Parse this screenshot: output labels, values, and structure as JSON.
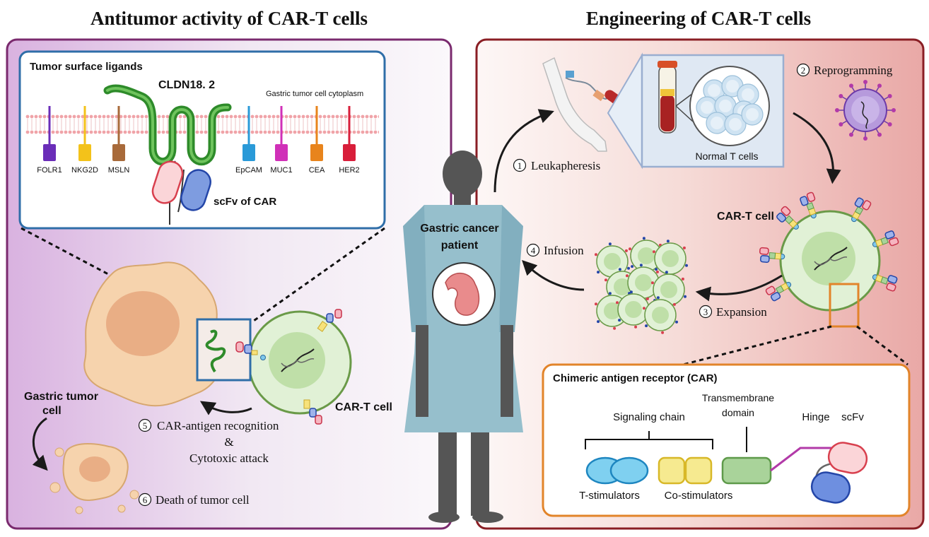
{
  "left_panel": {
    "title": "Antitumor activity of CAR-T cells",
    "ligands_box": {
      "title": "Tumor surface ligands",
      "cldn_label": "CLDN18. 2",
      "cytoplasm_label": "Gastric tumor cell cytoplasm",
      "scfv_label": "scFv of CAR",
      "ligands": [
        {
          "name": "FOLR1",
          "color": "#6a2db8"
        },
        {
          "name": "NKG2D",
          "color": "#f3c21a"
        },
        {
          "name": "MSLN",
          "color": "#a86a3a"
        },
        {
          "name": "EpCAM",
          "color": "#2a9ad8"
        },
        {
          "name": "MUC1",
          "color": "#d030b8"
        },
        {
          "name": "CEA",
          "color": "#e8841c"
        },
        {
          "name": "HER2",
          "color": "#d81e3a"
        }
      ]
    },
    "tumor_cell_label": "Gastric tumor\ncell",
    "cart_label": "CAR-T cell",
    "step5": {
      "num": "5",
      "line1": "CAR-antigen recognition",
      "line2": "&",
      "line3": "Cytotoxic attack"
    },
    "step6": {
      "num": "6",
      "text": "Death of tumor cell"
    }
  },
  "center": {
    "patient_label_line1": "Gastric cancer",
    "patient_label_line2": "patient"
  },
  "right_panel": {
    "title": "Engineering of CAR-T cells",
    "step1": {
      "num": "1",
      "text": "Leukapheresis"
    },
    "step2": {
      "num": "2",
      "text": "Reprogramming"
    },
    "step3": {
      "num": "3",
      "text": "Expansion"
    },
    "step4": {
      "num": "4",
      "text": "Infusion"
    },
    "normal_t_label": "Normal T cells",
    "cart_label": "CAR-T cell",
    "car_box": {
      "title": "Chimeric antigen receptor (CAR)",
      "signaling_chain": "Signaling chain",
      "transmembrane_line1": "Transmembrane",
      "transmembrane_line2": "domain",
      "hinge": "Hinge",
      "scfv": "scFv",
      "t_stimulators": "T-stimulators",
      "co_stimulators": "Co-stimulators"
    }
  },
  "colors": {
    "left_border": "#7a2a6e",
    "right_border": "#8a1e24",
    "ligand_box_border": "#2f6ea8",
    "car_box_border": "#e2842a",
    "cart_green": "#6a9a48"
  }
}
